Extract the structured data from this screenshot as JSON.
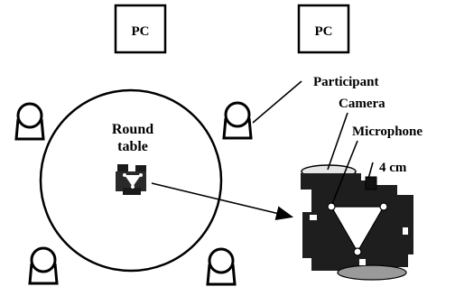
{
  "computers": [
    {
      "label": "PC"
    },
    {
      "label": "PC"
    }
  ],
  "table": {
    "label_line1": "Round",
    "label_line2": "table"
  },
  "labels": {
    "participant": "Participant",
    "camera": "Camera",
    "microphone": "Microphone",
    "distance": "4 cm"
  },
  "participants_count": 4,
  "colors": {
    "ink": "#000000",
    "device_dark": "#1a1a1a",
    "background": "#ffffff"
  },
  "icons": {
    "participant": "person-head-shoulders-icon",
    "device": "camera-microphone-array-icon",
    "computer": "pc-box-icon"
  }
}
